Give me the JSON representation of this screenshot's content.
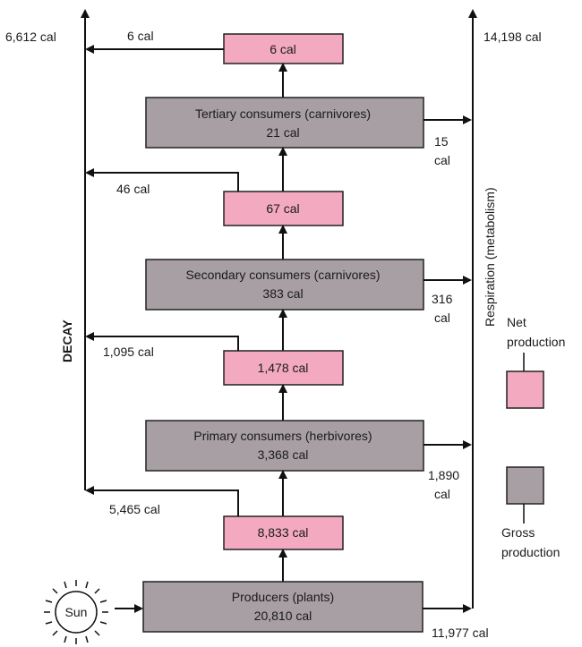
{
  "colors": {
    "gross": "#a79fa3",
    "net": "#f3aac0",
    "line": "#111111"
  },
  "levels": {
    "producers": {
      "name": "Producers (plants)",
      "gross": "20,810 cal",
      "net": "8,833 cal"
    },
    "primary": {
      "name": "Primary consumers (herbivores)",
      "gross": "3,368 cal",
      "net": "1,478 cal"
    },
    "secondary": {
      "name": "Secondary consumers (carnivores)",
      "gross": "383 cal",
      "net": "67 cal"
    },
    "tertiary": {
      "name": "Tertiary consumers (carnivores)",
      "gross": "21 cal",
      "net": "6 cal"
    }
  },
  "decay": {
    "axis_label": "DECAY",
    "total": "6,612 cal",
    "from_top_net": "6 cal",
    "from_67": "46 cal",
    "from_1478": "1,095 cal",
    "from_8833": "5,465 cal"
  },
  "respiration": {
    "axis_label": "Respiration (metabolism)",
    "total": "14,198 cal",
    "tertiary_value": "15",
    "tertiary_unit": "cal",
    "secondary_value": "316",
    "secondary_unit": "cal",
    "primary_value": "1,890",
    "primary_unit": "cal",
    "producers": "11,977 cal"
  },
  "sun": {
    "label": "Sun"
  },
  "legend": {
    "net_line1": "Net",
    "net_line2": "production",
    "gross_line1": "Gross",
    "gross_line2": "production"
  }
}
